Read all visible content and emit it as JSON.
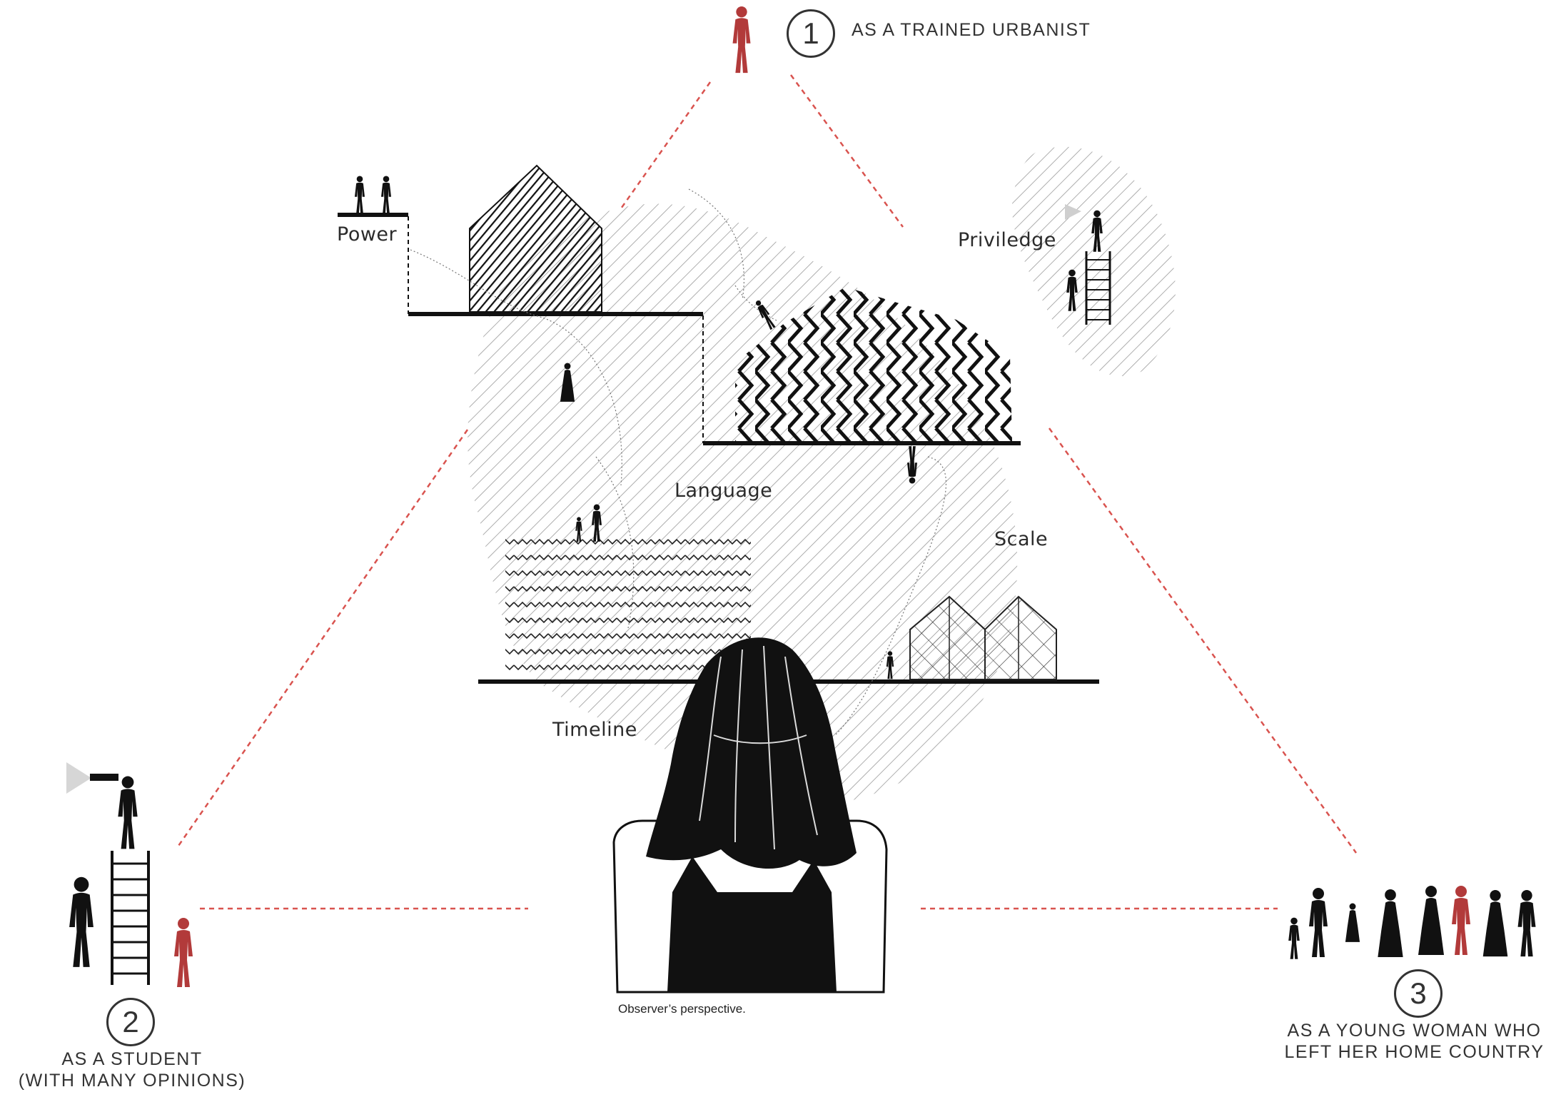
{
  "perspectives": [
    {
      "number": "1",
      "label": "AS A TRAINED URBANIST"
    },
    {
      "number": "2",
      "line1": "AS A STUDENT",
      "line2": "(WITH MANY OPINIONS)"
    },
    {
      "number": "3",
      "line1": "AS A YOUNG WOMAN WHO",
      "line2": "LEFT HER HOME COUNTRY"
    }
  ],
  "sections": {
    "power": "Power",
    "priviledge": "Priviledge",
    "language": "Language",
    "scale": "Scale",
    "timeline": "Timeline"
  },
  "caption": "Observer’s perspective.",
  "colors": {
    "accent_red": "#b23a3a",
    "ink": "#111111",
    "hatch": "#9a9a9a",
    "dashed_red": "#d9534f"
  },
  "icons": [
    "person-icon",
    "megaphone-icon",
    "ladder-icon",
    "house-icon",
    "observer-girl-icon",
    "family-group-icon"
  ]
}
